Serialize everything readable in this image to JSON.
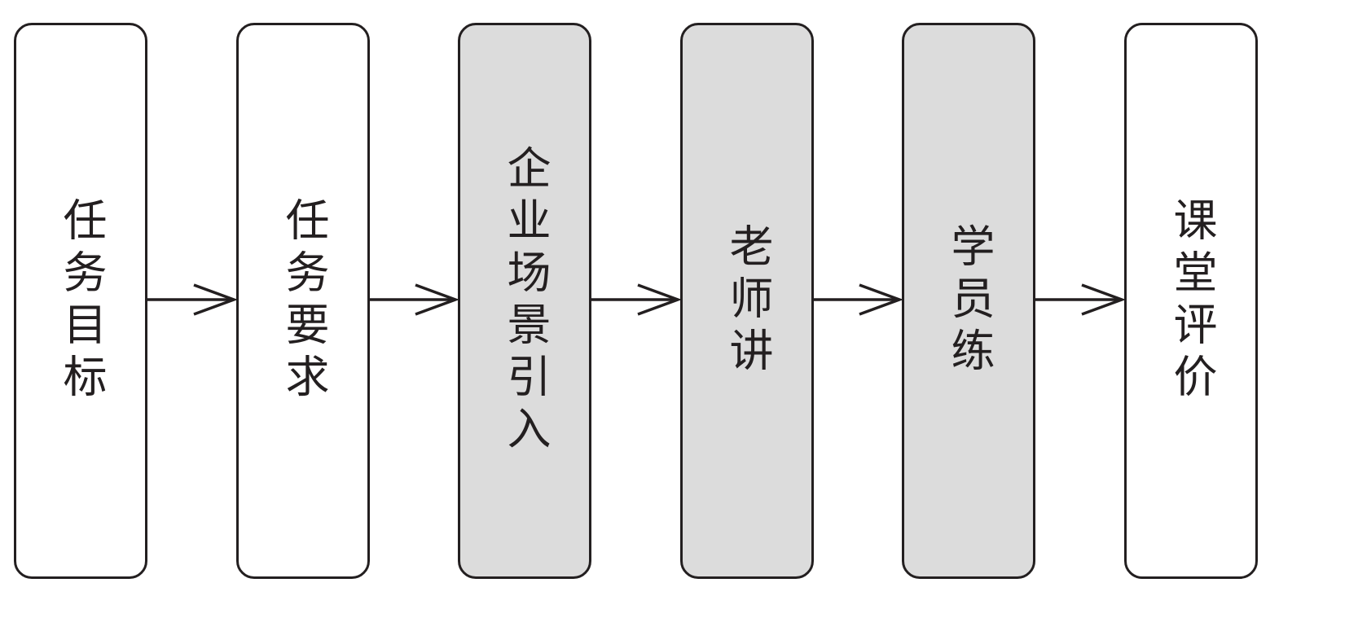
{
  "diagram": {
    "steps": [
      {
        "label": "任务目标",
        "highlighted": false
      },
      {
        "label": "任务要求",
        "highlighted": false
      },
      {
        "label": "企业场景引入",
        "highlighted": true
      },
      {
        "label": "老师讲",
        "highlighted": true
      },
      {
        "label": "学员练",
        "highlighted": true
      },
      {
        "label": "课堂评价",
        "highlighted": false
      }
    ],
    "colors": {
      "border": "#231f20",
      "highlight_fill": "#dcdcdc",
      "fill": "#ffffff"
    }
  }
}
